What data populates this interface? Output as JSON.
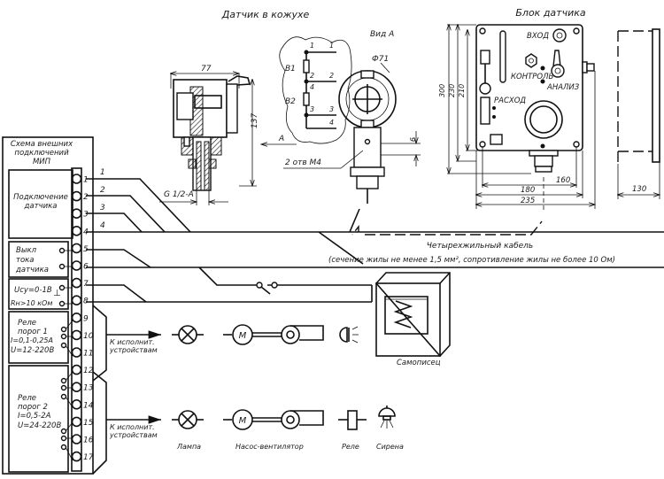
{
  "titles": {
    "sensor_in_housing": "Датчик в кожухе",
    "sensor_unit": "Блок датчика",
    "view_a": "Вид А"
  },
  "panel": {
    "title_lines": [
      "Схема внешних",
      "подключений",
      "МИП"
    ],
    "sections": [
      {
        "id": "sensor-connection",
        "lines": [
          "Подключение",
          "датчика"
        ]
      },
      {
        "id": "sensor-current-off",
        "lines": [
          "Выкл",
          "тока",
          "датчика"
        ]
      },
      {
        "id": "voltage-output",
        "lines": [
          "Uсу=0-1В",
          "Rн>10 кОм"
        ]
      },
      {
        "id": "relay-1",
        "lines": [
          "Реле",
          "порог  1",
          "I=0,1-0,25А",
          "U=12-220В"
        ]
      },
      {
        "id": "relay-2",
        "lines": [
          "Реле",
          "порог  2",
          "I=0,5-2А",
          "U=24-220В"
        ]
      }
    ],
    "terminals": [
      "1",
      "2",
      "3",
      "4",
      "5",
      "6",
      "7",
      "8",
      "9",
      "10",
      "11",
      "12",
      "13",
      "14",
      "15",
      "16",
      "17"
    ]
  },
  "wires": {
    "labels": [
      "1",
      "2",
      "3",
      "4"
    ]
  },
  "sensor_housing": {
    "dim_width": "77",
    "dim_height": "137",
    "thread": "G 1/2-A",
    "view_arrow": "A",
    "holes": "2 отв М4",
    "diameter": "Ф71",
    "dim_small": "9"
  },
  "view_a_circuit": {
    "elements": [
      "В1",
      "В2"
    ],
    "node_labels": [
      "1",
      "1",
      "2",
      "2",
      "4",
      "3",
      "3",
      "4"
    ]
  },
  "sensor_unit": {
    "labels": {
      "input": "ВХОД",
      "control": "КОНТРОЛЬ",
      "analysis": "АНАЛИЗ",
      "flow": "РАСХОД"
    },
    "dims": {
      "h1": "300",
      "h2": "230",
      "h3": "210",
      "w1": "160",
      "w2": "180",
      "w3": "235",
      "depth": "130"
    }
  },
  "cable": {
    "title": "Четырехжильный кабель",
    "note": "(сечение жилы не менее 1,5 мм², сопротивление жилы не более 10 Ом)"
  },
  "recorder": {
    "label": "Самописец"
  },
  "outputs": {
    "to_actuators_line1": "К исполнит.",
    "to_actuators_line2": "устройствам",
    "devices": [
      {
        "id": "lamp",
        "label": "Лампа"
      },
      {
        "id": "pump-fan",
        "label": "Насос-вентилятор"
      },
      {
        "id": "relay",
        "label": "Реле"
      },
      {
        "id": "siren",
        "label": "Сирена"
      }
    ],
    "motor_letter": "М"
  }
}
